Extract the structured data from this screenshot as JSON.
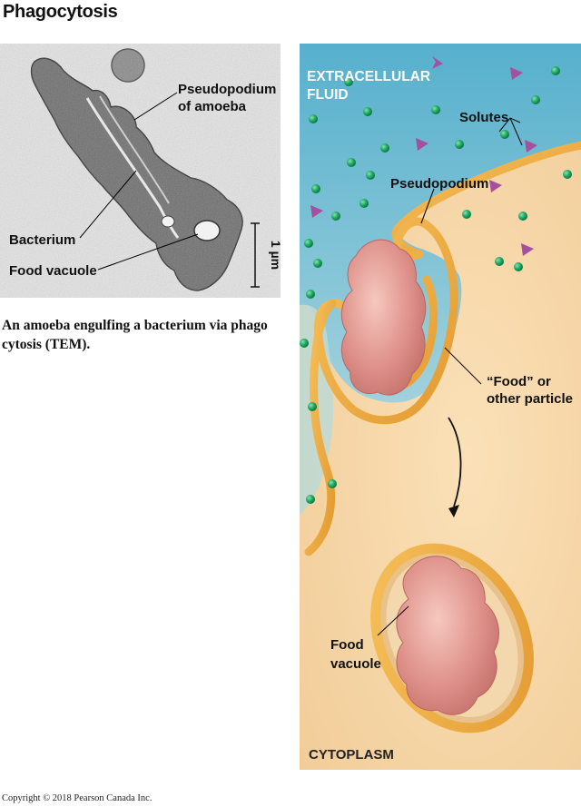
{
  "title": "Phagocytosis",
  "tem": {
    "label_pseudopodium_line1": "Pseudopodium",
    "label_pseudopodium_line2": "of amoeba",
    "label_bacterium": "Bacterium",
    "label_food_vacuole": "Food vacuole",
    "scale_bar": "1 µm"
  },
  "caption_line1": "An amoeba engulfing a bacterium via phago",
  "caption_line2": "cytosis (TEM).",
  "diagram": {
    "extracellular_line1": "EXTRACELLULAR",
    "extracellular_line2": "FLUID",
    "solutes": "Solutes",
    "pseudopodium": "Pseudopodium",
    "food_line1": "“Food” or",
    "food_line2": "other particle",
    "vacuole_line1": "Food",
    "vacuole_line2": "vacuole",
    "cytoplasm": "CYTOPLASM"
  },
  "colors": {
    "fluid_top": "#5fb6d0",
    "fluid_bottom": "#d7e6e3",
    "cytoplasm": "#f6d6aa",
    "membrane": "#f0b04a",
    "membrane_dark": "#c98a2a",
    "particle": "#d98b85",
    "solute_green": "#1aa862",
    "solute_purple": "#a04aa8",
    "tem_bg": "#e6e6e6",
    "tem_cell": "#6f6f6f"
  },
  "copyright": "Copyright © 2018 Pearson Canada Inc."
}
